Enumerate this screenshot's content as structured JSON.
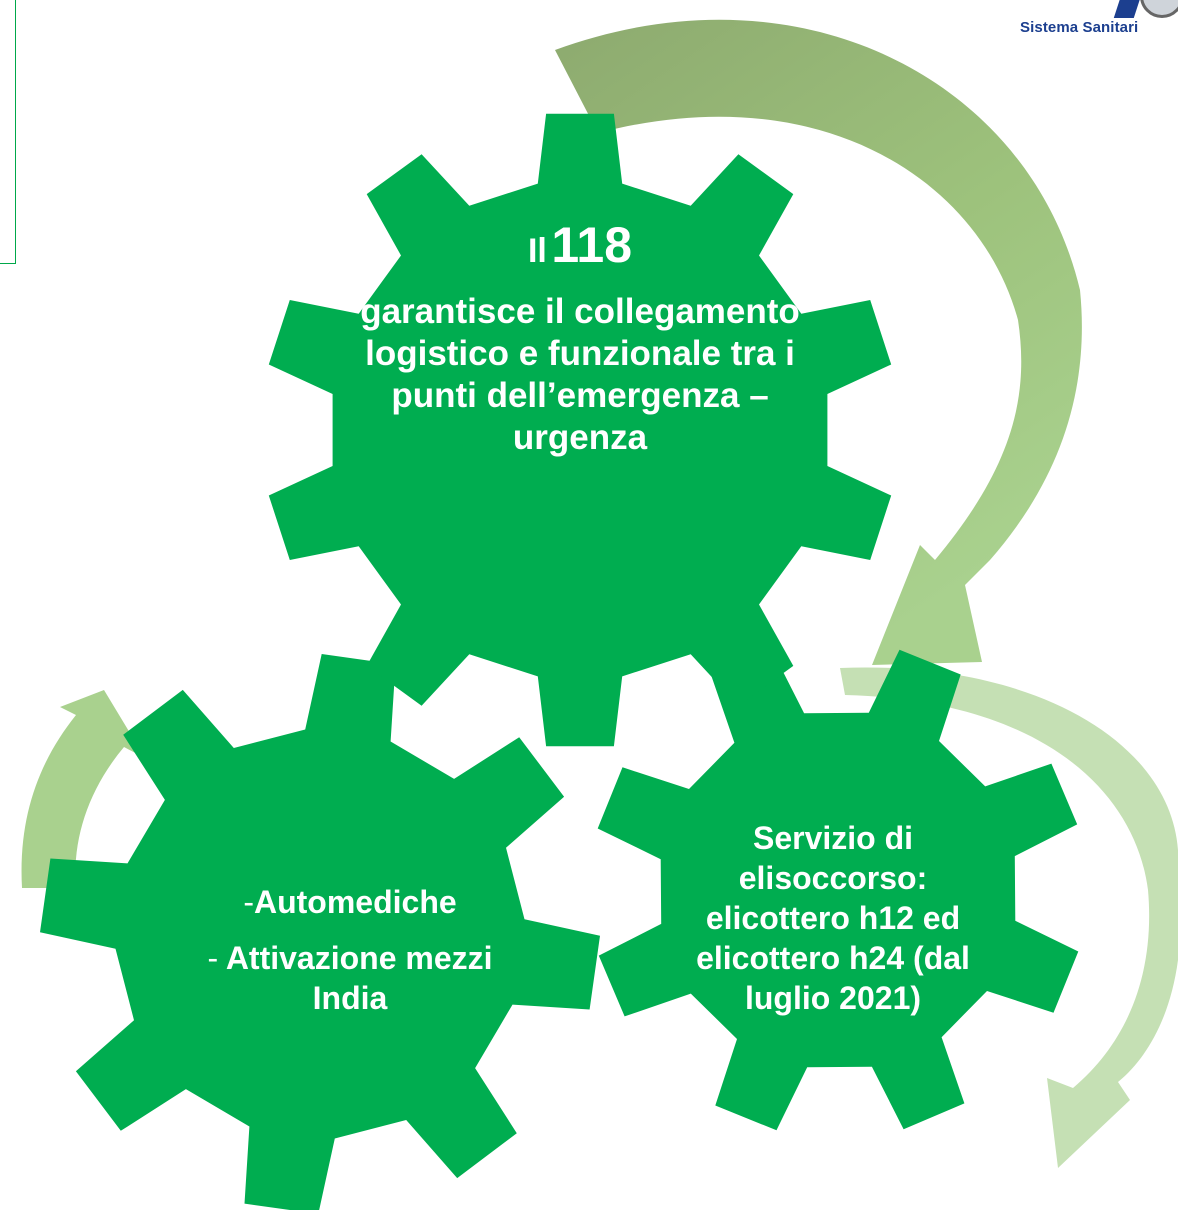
{
  "colors": {
    "gear": "#00ad50",
    "arrow_dark": "#8daa6f",
    "arrow_medium": "#a9d18e",
    "arrow_light": "#c5e0b4",
    "frame": "#00a84a",
    "logo_text": "#1c3f8f"
  },
  "logo": {
    "text": "Sistema Sanitari"
  },
  "center_gear": {
    "heading_prefix": "Il",
    "heading_number": "118",
    "body": "garantisce il collegamento logistico e funzionale tra i punti dell’emergenza – urgenza"
  },
  "left_gear": {
    "items": [
      {
        "dash": "-",
        "text": "Automediche"
      },
      {
        "dash": "-",
        "text": " Attivazione mezzi India"
      }
    ]
  },
  "right_gear": {
    "body": "Servizio di elisoccorso: elicottero h12 ed elicottero h24 (dal luglio 2021)"
  }
}
